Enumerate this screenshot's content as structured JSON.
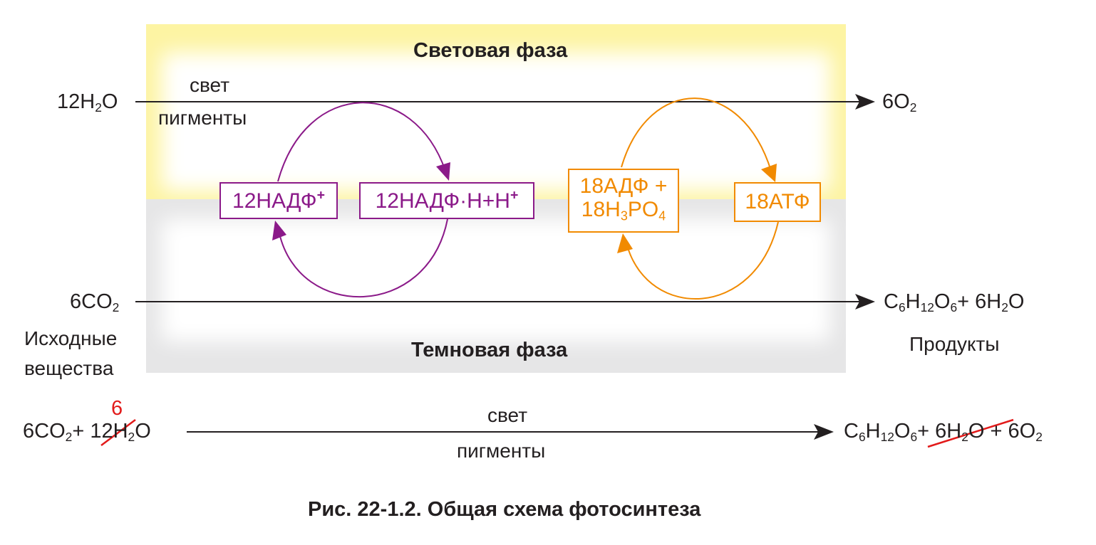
{
  "light_phase": {
    "title": "Световая фаза"
  },
  "dark_phase": {
    "title": "Темновая фаза"
  },
  "top_reaction": {
    "reactant_coef": "12H",
    "reactant_sub": "2",
    "reactant_tail": "O",
    "condition_above": "свет",
    "condition_below": "пигменты",
    "product_coef": "6O",
    "product_sub": "2"
  },
  "bottom_reaction": {
    "reactant_coef": "6CO",
    "reactant_sub": "2",
    "product_c": "C",
    "product_c_sub": "6",
    "product_h": "H",
    "product_h_sub": "12",
    "product_o": "O",
    "product_o_sub": "6",
    "product_water": "+ 6H",
    "product_water_sub": "2",
    "product_water_tail": "O"
  },
  "labels": {
    "inputs_line1": "Исходные",
    "inputs_line2": "вещества",
    "outputs": "Продукты"
  },
  "boxes": {
    "nadp": {
      "text": "12НАДФ",
      "sup": "+"
    },
    "nadph": {
      "text": "12НАДФ·Н+Н",
      "sup": "+"
    },
    "adp_line1": "18АДФ +",
    "adp_line2_a": "18H",
    "adp_line2_sub1": "3",
    "adp_line2_b": "PO",
    "adp_line2_sub2": "4",
    "atp": "18АТФ"
  },
  "summary": {
    "co2": "6CO",
    "co2_sub": "2",
    "plus1": "+",
    "water_coef_crossed": "12",
    "water_coef_new": "6",
    "water_h": "H",
    "water_sub": "2",
    "water_o": "O",
    "condition_above": "свет",
    "condition_below": "пигменты",
    "glucose_c": "C",
    "glucose_c_sub": "6",
    "glucose_h": "H",
    "glucose_h_sub": "12",
    "glucose_o": "O",
    "glucose_o_sub": "6",
    "plus2": "+",
    "water2_coef": "6H",
    "water2_sub": "2",
    "water2_o": "O",
    "plus3": "+ 6O",
    "o2_sub": "2"
  },
  "caption": "Рис. 22-1.2. Общая схема фотосинтеза",
  "colors": {
    "purple": "#8b1a89",
    "orange": "#f18a00",
    "red": "#e21a1a",
    "light": "#fdf4a3",
    "dark": "#e6e6e7"
  }
}
